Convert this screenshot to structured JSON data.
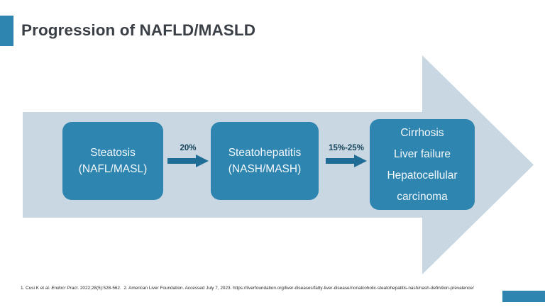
{
  "title": {
    "text": "Progression of NAFLD/MASLD"
  },
  "colors": {
    "accent_blue": "#2E85B0",
    "pale_arrow": "#C8D7E1",
    "connector_arrow": "#1F6C96",
    "title_text": "#3A3F45",
    "box_text": "#F2F7FA",
    "background": "#FFFFFF"
  },
  "diagram": {
    "type": "progression-flow",
    "background_shape": "right-pointing-arrow",
    "stages": [
      {
        "id": "steatosis",
        "lines": [
          "Steatosis",
          "(NAFL/MASL)"
        ]
      },
      {
        "id": "steatohepatitis",
        "lines": [
          "Steatohepatitis",
          "(NASH/MASH)"
        ]
      },
      {
        "id": "advanced-liver-disease",
        "lines": [
          "Cirrhosis",
          "Liver failure",
          "Hepatocellular",
          "carcinoma"
        ]
      }
    ],
    "connectors": [
      {
        "id": "steatosis-to-steatohepatitis",
        "label": "20%",
        "icon": "arrow-right-icon"
      },
      {
        "id": "steatohepatitis-to-advanced",
        "label": "15%-25%",
        "icon": "arrow-right-icon"
      }
    ]
  },
  "footnote": {
    "ref1_prefix": "1. Cusi K et al. ",
    "ref1_journal": "Endocr Pract",
    "ref1_suffix": ". 2022;28(5):528-562.",
    "ref2": "2. American Liver Foundation. Accessed July 7, 2023. https://liverfoundation.org/liver-diseases/fatty-liver-disease/nonalcoholic-steatohepatitis-nash/nash-definition-prevalence/"
  }
}
